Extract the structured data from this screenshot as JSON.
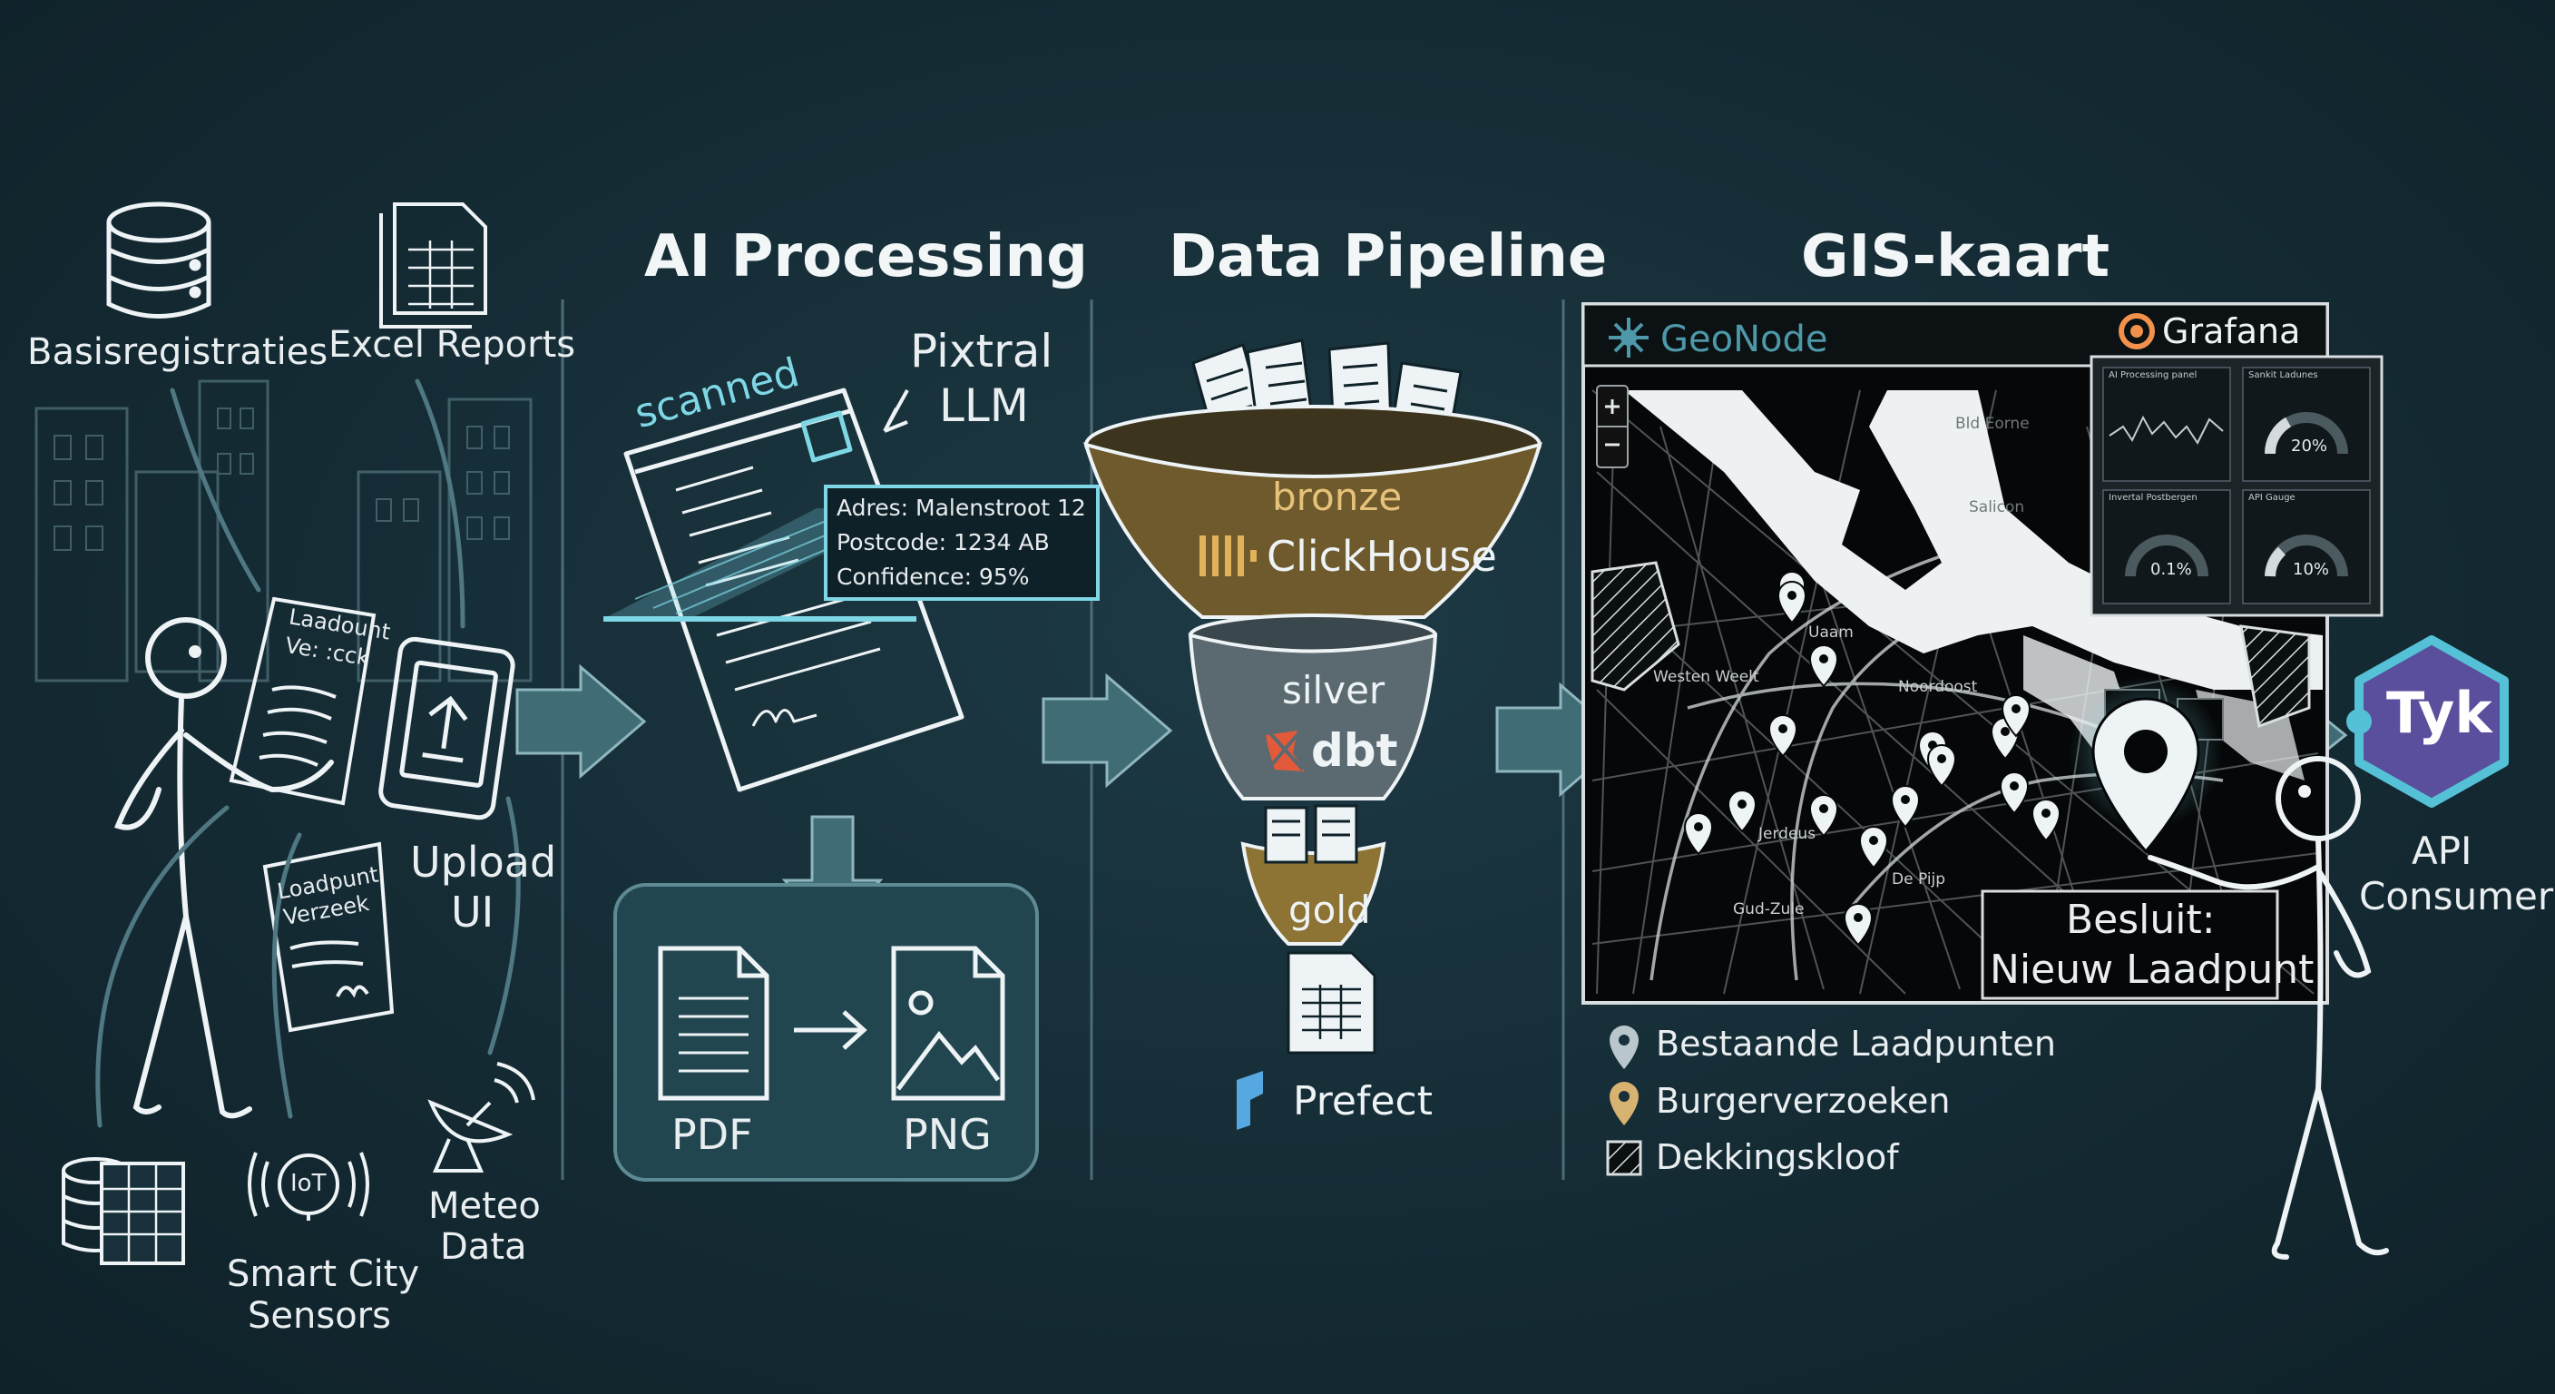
{
  "headers": {
    "ai_processing": "AI Processing",
    "data_pipeline": "Data Pipeline",
    "gis_kaart": "GIS-kaart"
  },
  "sources": {
    "basisregistraties": "Basisregistraties",
    "excel_reports": "Excel Reports",
    "upload_ui": [
      "Upload",
      "UI"
    ],
    "smart_city_sensors": [
      "Smart City",
      "Sensors"
    ],
    "meteo_data": [
      "Meteo",
      "Data"
    ],
    "iot": "IoT",
    "doc_top": [
      "Laadount",
      "Ve: :cck"
    ],
    "doc_bottom": [
      "Loadpunt",
      "Verzeek"
    ]
  },
  "ai": {
    "scanned": "scanned",
    "model": [
      "Pixtral",
      "LLM"
    ],
    "extract": [
      "Adres: Malenstroot 12",
      "Postcode: 1234 AB",
      "Confidence: 95%"
    ],
    "pdf": "PDF",
    "png": "PNG"
  },
  "pipeline": {
    "bronze": "bronze",
    "clickhouse": "ClickHouse",
    "silver": "silver",
    "dbt": "dbt",
    "gold": "gold",
    "prefect": "Prefect"
  },
  "map": {
    "geonode": "GeoNode",
    "grafana": "Grafana",
    "panels": [
      "AI Processing panel",
      "Sankit Ladunes",
      "Invertal Postbergen",
      "API Gauge"
    ],
    "gauges": [
      "20%",
      "0.1%",
      "10%"
    ],
    "places": [
      "Westen Weelt",
      "Jerdeus",
      "Gud-Zule",
      "De Pijp",
      "Uaam",
      "Noordoost",
      "Salicon",
      "Bld Eorne"
    ],
    "decision": [
      "Besluit:",
      "Nieuw Laadpunt"
    ],
    "legend": [
      "Bestaande Laadpunten",
      "Burgerverzoeken",
      "Dekkingskloof"
    ]
  },
  "api": {
    "tyk": "Tyk",
    "consumer": [
      "API",
      "Consumer"
    ]
  },
  "colors": {
    "background": "#17303a",
    "arrow": "#3f6c75",
    "bronze": "#6e5a2c",
    "silver": "#5b6a70",
    "gold": "#8d7434",
    "tyk": "#5a4f9c",
    "cyan": "#7fd7e6",
    "pin_bestaand": "#b9c7cc",
    "pin_burger": "#d8b270"
  },
  "icons": [
    "database-icon",
    "spreadsheet-icon",
    "phone-upload-icon",
    "iot-sensor-icon",
    "satellite-dish-icon",
    "pdf-icon",
    "png-image-icon",
    "clickhouse-icon",
    "dbt-icon",
    "prefect-icon",
    "geonode-icon",
    "grafana-icon",
    "map-pin-icon",
    "tyk-hexagon-icon"
  ]
}
